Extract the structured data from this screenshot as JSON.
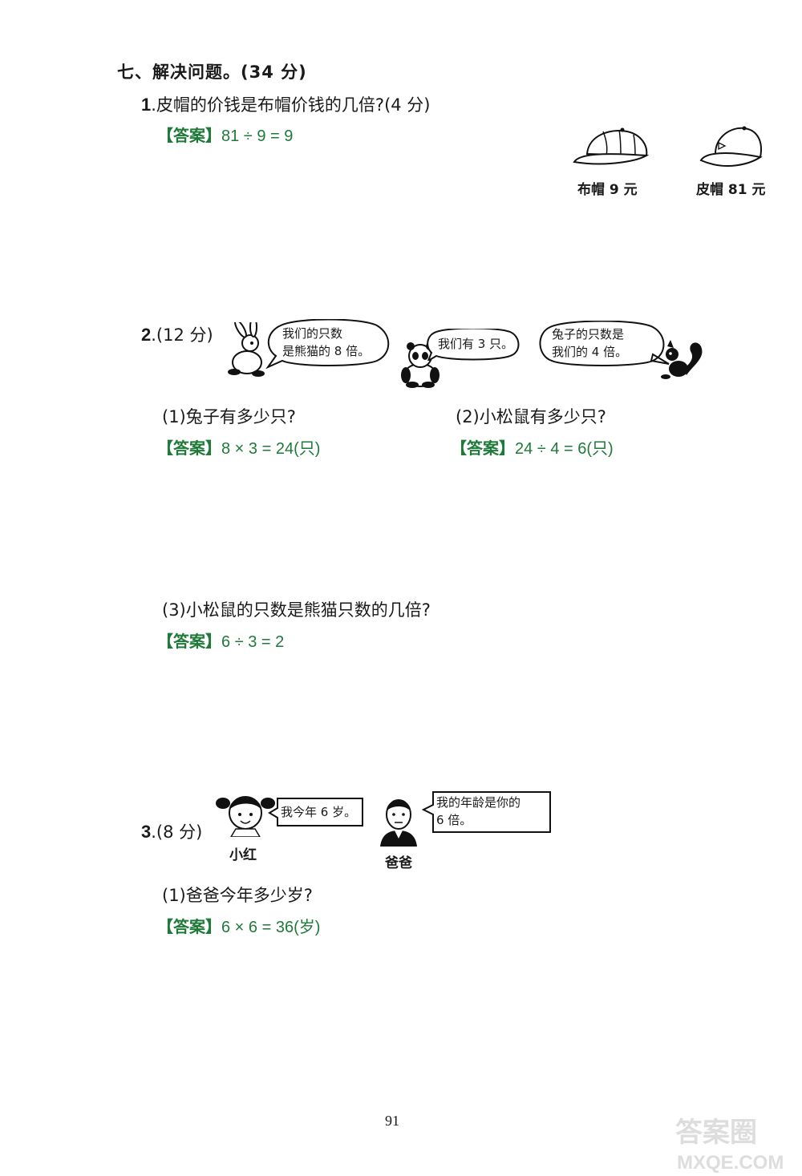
{
  "section": {
    "title": "七、解决问题。(34 分)"
  },
  "q1": {
    "number": "1",
    "text": ".皮帽的价钱是布帽价钱的几倍?(4 分)",
    "answer_tag": "【答案】",
    "answer": "81 ÷ 9 = 9",
    "cap1_label": "布帽 9 元",
    "cap2_label": "皮帽 81 元"
  },
  "q2": {
    "number": "2",
    "text": ".(12 分)",
    "bubble_rabbit": [
      "我们的只数",
      "是熊猫的 8 倍。"
    ],
    "bubble_panda": "我们有 3 只。",
    "bubble_squirrel": [
      "兔子的只数是",
      "我们的 4 倍。"
    ],
    "sub1": {
      "text": "(1)兔子有多少只?",
      "answer_tag": "【答案】",
      "answer": "8 × 3 = 24(只)"
    },
    "sub2": {
      "text": "(2)小松鼠有多少只?",
      "answer_tag": "【答案】",
      "answer": "24 ÷ 4 = 6(只)"
    },
    "sub3": {
      "text": "(3)小松鼠的只数是熊猫只数的几倍?",
      "answer_tag": "【答案】",
      "answer": "6 ÷ 3 = 2"
    }
  },
  "q3": {
    "number": "3",
    "text": ".(8 分)",
    "bubble_girl": "我今年 6 岁。",
    "bubble_dad": [
      "我的年龄是你的",
      "6 倍。"
    ],
    "girl_label": "小红",
    "dad_label": "爸爸",
    "sub1": {
      "text": "(1)爸爸今年多少岁?",
      "answer_tag": "【答案】",
      "answer": "6 × 6 = 36(岁)"
    }
  },
  "page_number": "91",
  "watermark": {
    "line1": "答案圈",
    "line2": "MXQE.COM"
  },
  "colors": {
    "answer": "#1f7a3a",
    "text": "#1a1a1a"
  }
}
